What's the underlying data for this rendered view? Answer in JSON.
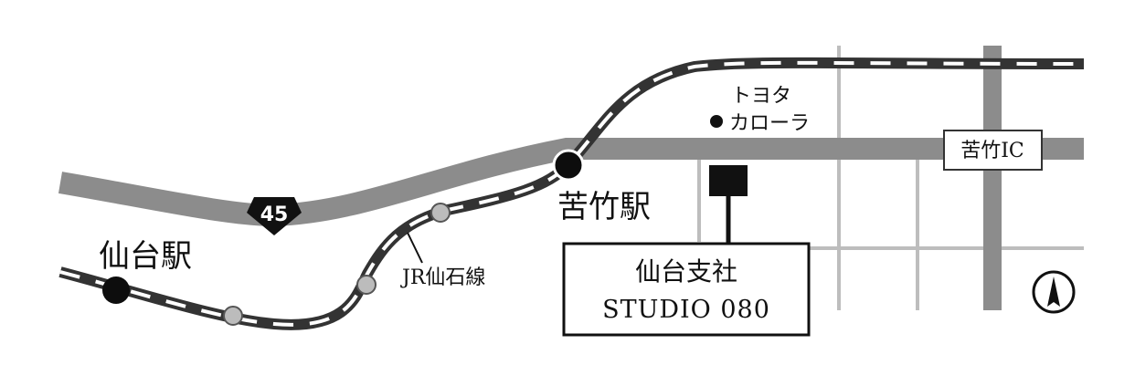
{
  "map": {
    "stations": {
      "sendai": "仙台駅",
      "nigatake": "苦竹駅"
    },
    "railway_label": "JR仙石線",
    "route_number": "45",
    "landmark": {
      "line1": "トヨタ",
      "line2": "カローラ"
    },
    "interchange": "苦竹IC",
    "office": {
      "name": "仙台支社",
      "subtitle": "STUDIO 080"
    },
    "north_indicator": "north-arrow-icon",
    "colors": {
      "road": "#8c8c8c",
      "street": "#bdbdbd",
      "rail": "#333333",
      "station_dot": "#0d0d0d",
      "small_station": "#bcbcbc",
      "shield": "#111111"
    }
  }
}
